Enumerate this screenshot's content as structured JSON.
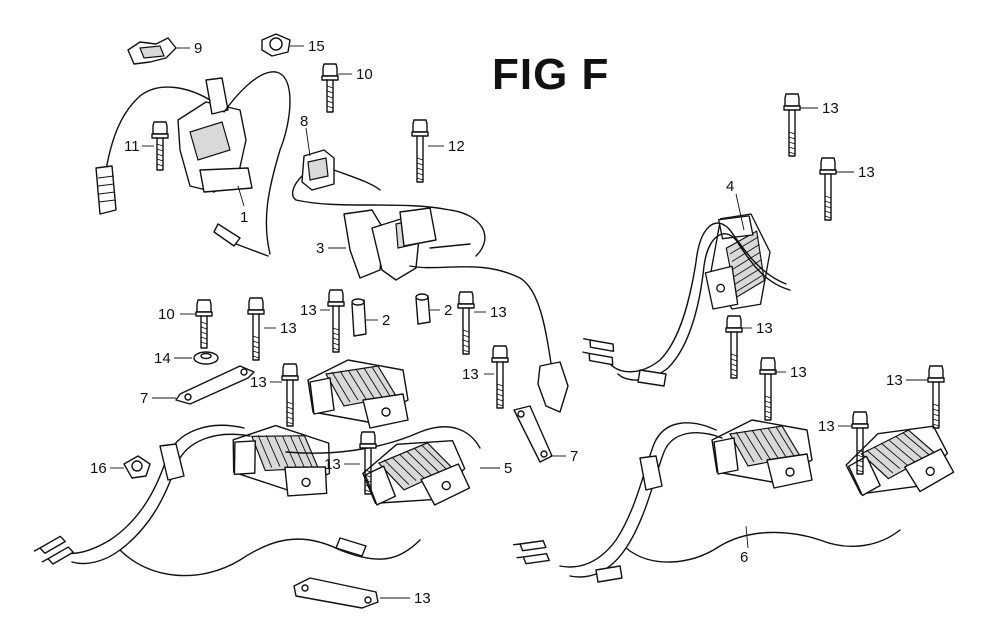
{
  "figure": {
    "title": "FIG F"
  },
  "callouts": [
    "9",
    "15",
    "10",
    "8",
    "11",
    "1",
    "12",
    "3",
    "2",
    "2",
    "10",
    "13",
    "13",
    "13",
    "14",
    "13",
    "7",
    "13",
    "13",
    "7",
    "5",
    "16",
    "13",
    "4",
    "13",
    "13",
    "13",
    "13",
    "13",
    "13",
    "6"
  ]
}
